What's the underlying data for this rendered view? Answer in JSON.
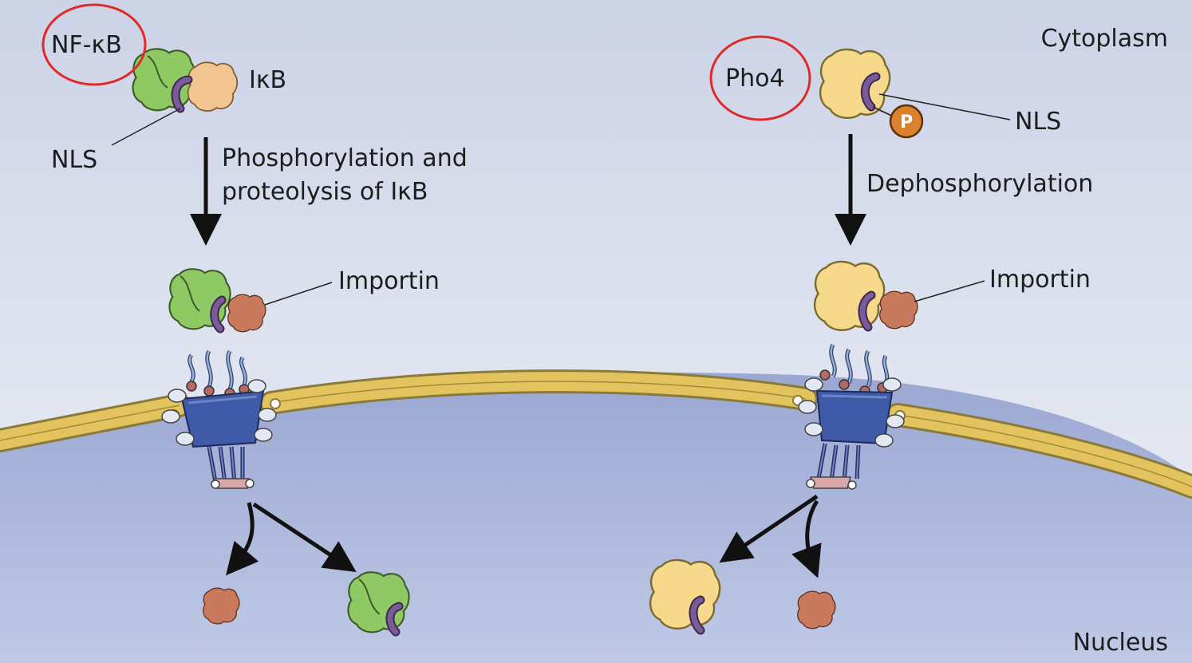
{
  "regions": {
    "cytoplasm": "Cytoplasm",
    "nucleus": "Nucleus"
  },
  "left_pathway": {
    "protein": "NF-κB",
    "inhibitor": "IκB",
    "nls": "NLS",
    "step": [
      "Phosphorylation and",
      "proteolysis of IκB"
    ],
    "importin": "Importin",
    "protein_color": "#8fc964",
    "inhibitor_color": "#f2c48f"
  },
  "right_pathway": {
    "protein": "Pho4",
    "nls": "NLS",
    "phosphate": "P",
    "step": "Dephosphorylation",
    "importin": "Importin",
    "protein_color": "#f6d98a",
    "phosphate_color": "#d9822b"
  },
  "colors": {
    "cytoplasm_top": "#cdd4e6",
    "cytoplasm_bottom": "#eef0f6",
    "nucleus": "#a9b4d8",
    "membrane": "#e3c35e",
    "nls": "#7a5a98",
    "importin": "#c97a5c",
    "pore": "#3f5aa8",
    "highlight_circle": "#e02a2a"
  }
}
